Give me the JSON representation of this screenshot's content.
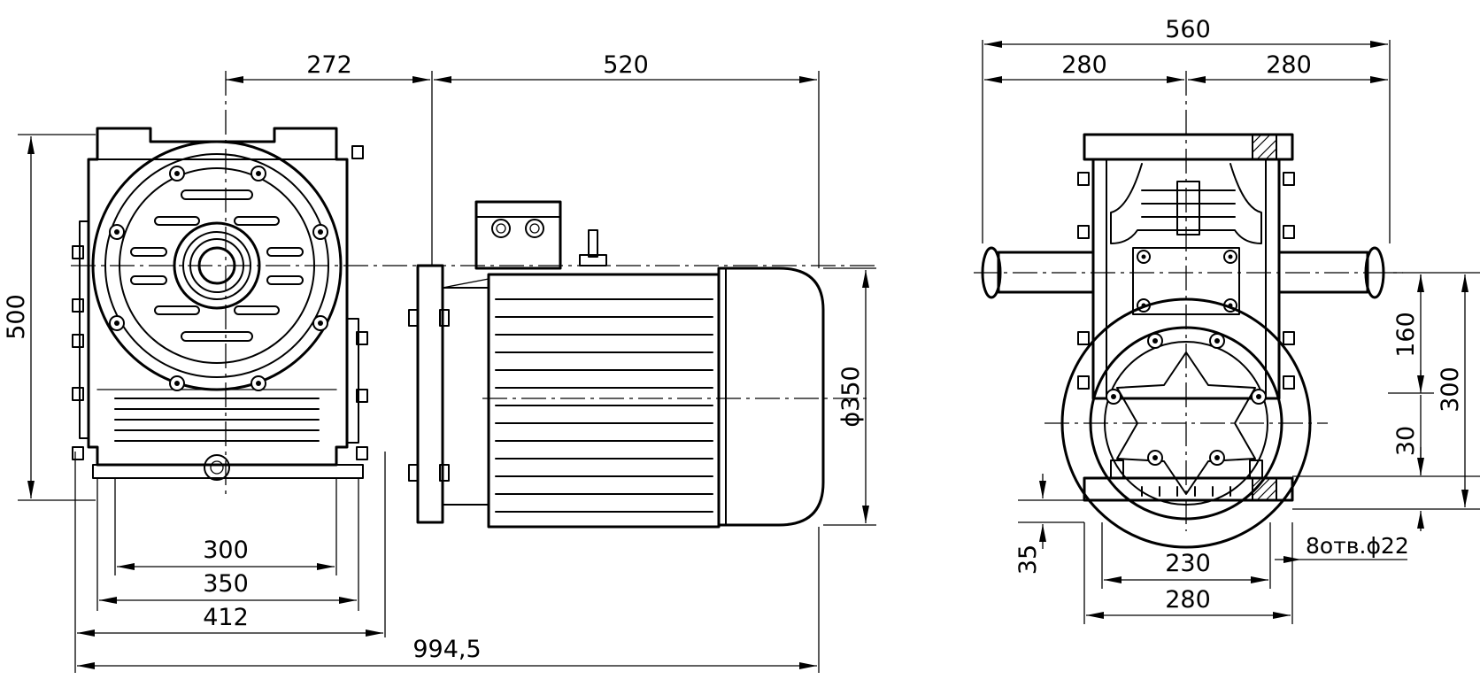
{
  "dimensions": {
    "d_272": "272",
    "d_520": "520",
    "d_500": "500",
    "d_350_dia": "ϕ350",
    "d_300": "300",
    "d_350": "350",
    "d_412": "412",
    "d_994_5": "994,5",
    "d_560": "560",
    "d_280_left": "280",
    "d_280_right": "280",
    "d_160": "160",
    "d_300_side": "300",
    "d_30": "30",
    "d_35": "35",
    "d_230": "230",
    "d_280_bottom": "280",
    "holes_note": "8отв.ϕ22"
  }
}
